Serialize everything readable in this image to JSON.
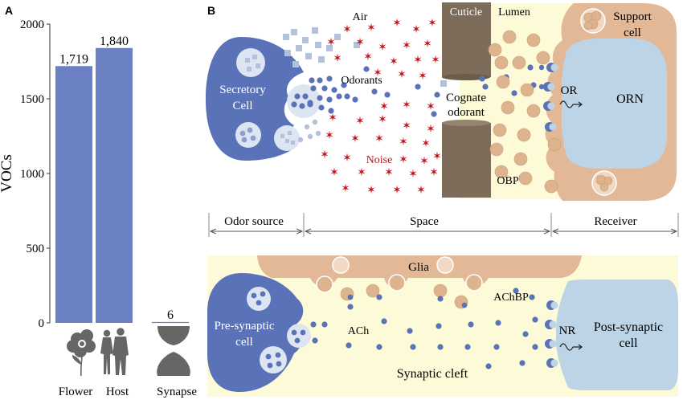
{
  "panels": {
    "a": "A",
    "b": "B"
  },
  "chart_data": {
    "type": "bar",
    "categories": [
      "Flower",
      "Host",
      "Synapse"
    ],
    "values": [
      1719,
      1840,
      6
    ],
    "data_labels": [
      "1,719",
      "1,840",
      "6"
    ],
    "ylabel": "VOCs",
    "yticks": [
      0,
      500,
      1000,
      1500,
      2000
    ],
    "ylim": [
      0,
      2000
    ],
    "grid": false,
    "bar_color": "#6a80c3"
  },
  "diagram_b": {
    "top": {
      "air": "Air",
      "cuticle": "Cuticle",
      "lumen": "Lumen",
      "support_cell": [
        "Support",
        "cell"
      ],
      "secretory_cell": [
        "Secretory",
        "Cell"
      ],
      "odorants": "Odorants",
      "cognate_odorant": [
        "Cognate",
        "odorant"
      ],
      "or": "OR",
      "orn": "ORN",
      "noise": "Noise",
      "obp": "OBP"
    },
    "divider": {
      "odor_source": "Odor source",
      "space": "Space",
      "receiver": "Receiver"
    },
    "bottom": {
      "glia": "Glia",
      "achbp": "AChBP",
      "presynaptic_cell": [
        "Pre-synaptic",
        "cell"
      ],
      "ach": "ACh",
      "nr": "NR",
      "postsynaptic_cell": [
        "Post-synaptic",
        "cell"
      ],
      "synaptic_cleft": "Synaptic cleft"
    }
  },
  "colors": {
    "secretory": "#5a72b8",
    "orn": "#bcd4e6",
    "support": "#e2b896",
    "obp": "#ddb48e",
    "lumen": "#fdfbd7",
    "cuticle": "#7d6c5a",
    "noise": "#c0141c",
    "odorant": "#5a72b8",
    "square": "#b3c1dc",
    "silhouette": "#666666"
  }
}
